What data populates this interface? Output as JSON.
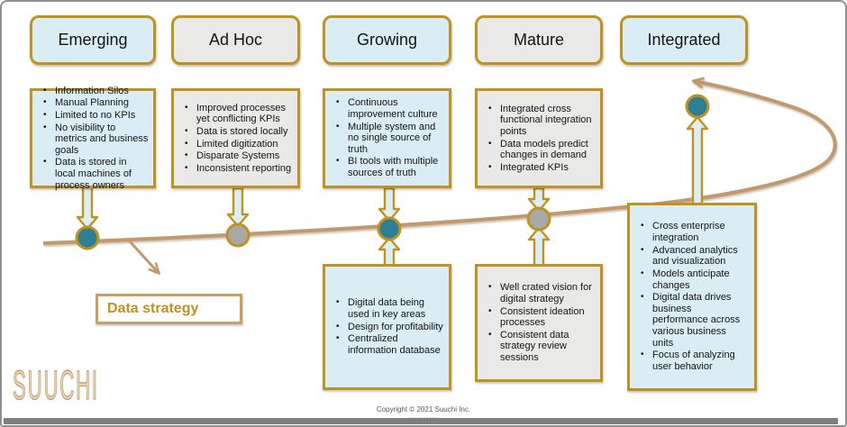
{
  "stages": [
    {
      "label": "Emerging",
      "tone": "blue",
      "top_bullets": [
        "Information Silos",
        "Manual Planning",
        "Limited to no KPIs",
        "No visibility to metrics and business goals",
        "Data is stored in local machines of process owners"
      ]
    },
    {
      "label": "Ad Hoc",
      "tone": "gray",
      "top_bullets": [
        "Improved processes yet conflicting KPIs",
        "Data is stored locally",
        "Limited digitization",
        "Disparate Systems",
        "Inconsistent reporting"
      ]
    },
    {
      "label": "Growing",
      "tone": "blue",
      "top_bullets": [
        "Continuous improvement culture",
        "Multiple system and no single source of truth",
        "BI tools with multiple sources of truth"
      ],
      "bottom_bullets": [
        "Digital data being used in key areas",
        "Design for profitability",
        "Centralized information database"
      ]
    },
    {
      "label": "Mature",
      "tone": "gray",
      "top_bullets": [
        "Integrated cross functional integration points",
        "Data models predict changes in demand",
        "Integrated KPIs"
      ],
      "bottom_bullets": [
        "Well crated vision for digital strategy",
        "Consistent ideation processes",
        "Consistent data strategy review sessions"
      ]
    },
    {
      "label": "Integrated",
      "tone": "blue",
      "bottom_bullets": [
        "Cross enterprise integration",
        "Advanced analytics and visualization",
        "Models anticipate changes",
        "Digital data drives business performance across various business units",
        "Focus of analyzing user behavior"
      ]
    }
  ],
  "timeline": {
    "annotation": "Data strategy",
    "nodes": [
      {
        "stage": "Emerging",
        "color": "#2e7e96"
      },
      {
        "stage": "Ad Hoc",
        "color": "#a8a8a8"
      },
      {
        "stage": "Growing",
        "color": "#2e7e96"
      },
      {
        "stage": "Mature",
        "color": "#a8a8a8"
      },
      {
        "stage": "Integrated",
        "color": "#2e7e96"
      }
    ]
  },
  "footer": {
    "logo": "SUUCHI",
    "copyright": "Copyright © 2021 Suuchi Inc."
  },
  "colors": {
    "gold": "#bf9222",
    "tan": "#c2996c",
    "teal": "#2e7e96",
    "node_gray": "#a8a8a8",
    "blue_fill": "#daedf4",
    "gray_fill": "#e9e9e7",
    "arrow_fill": "#ddeef5"
  }
}
